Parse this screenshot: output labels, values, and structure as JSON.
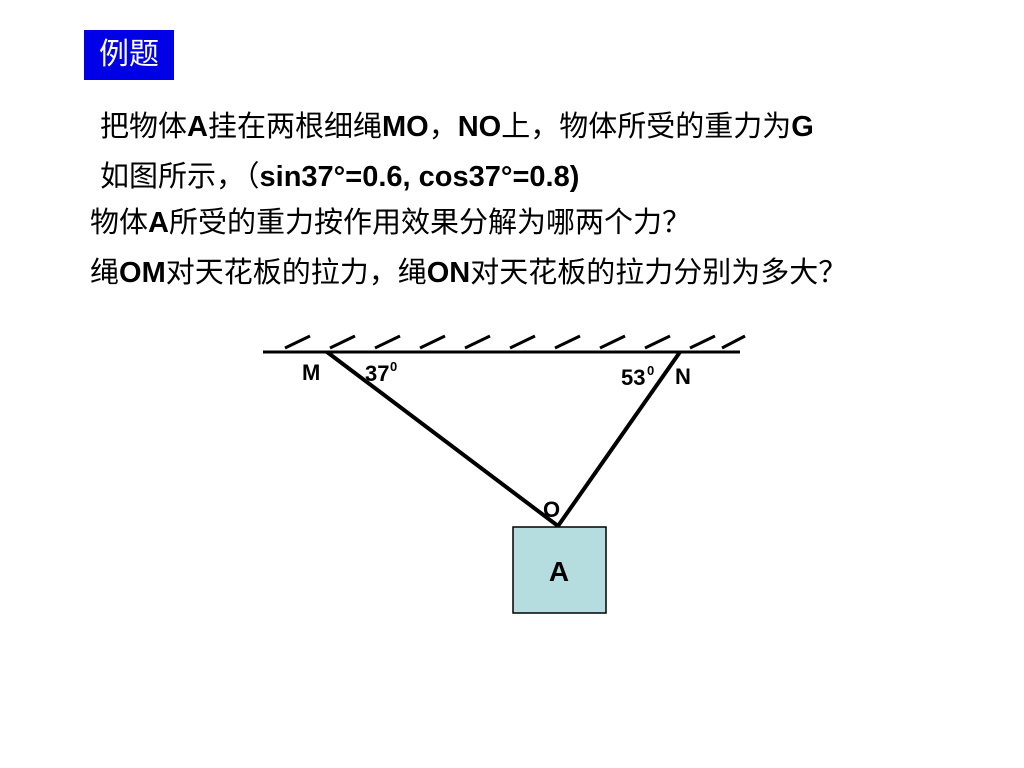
{
  "title_tag": "例题",
  "problem": {
    "line1": {
      "pre": "把物体",
      "a": "A",
      "mid": "挂在两根细绳",
      "mo": "MO",
      "sep": "，",
      "no": "NO",
      "post": "上，物体所受的重力为",
      "g": "G"
    },
    "line2": {
      "pre": "如图所示，（",
      "formula": "sin37°=0.6,  cos37°=0.8)"
    },
    "line3": {
      "pre": "物体",
      "a": "A",
      "post": "所受的重力按作用效果分解为哪两个力？"
    },
    "line4": {
      "pre": "绳",
      "om": "OM",
      "mid": "对天花板的拉力，绳",
      "on": "ON",
      "post": "对天花板的拉力分别为多大？"
    }
  },
  "diagram": {
    "point_m": "M",
    "point_n": "N",
    "point_o": "O",
    "angle_m": "37",
    "angle_n": "53",
    "angle_superscript": "0",
    "block_label": "A",
    "block_color": "#b5dde0",
    "line_color": "#000000"
  }
}
